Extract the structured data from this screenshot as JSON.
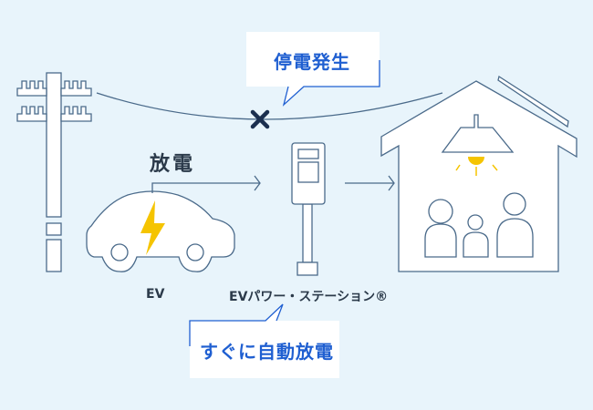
{
  "callouts": {
    "outage": "停電発生",
    "discharge": "すぐに自動放電"
  },
  "labels": {
    "discharge": "放電",
    "ev": "EV",
    "station": "EVパワー・ステーション®"
  },
  "colors": {
    "background": "#e8f4fb",
    "line": "#4a6a8a",
    "accent": "#1f5fd1",
    "bolt": "#f5c400",
    "cross": "#1b2f4f"
  }
}
